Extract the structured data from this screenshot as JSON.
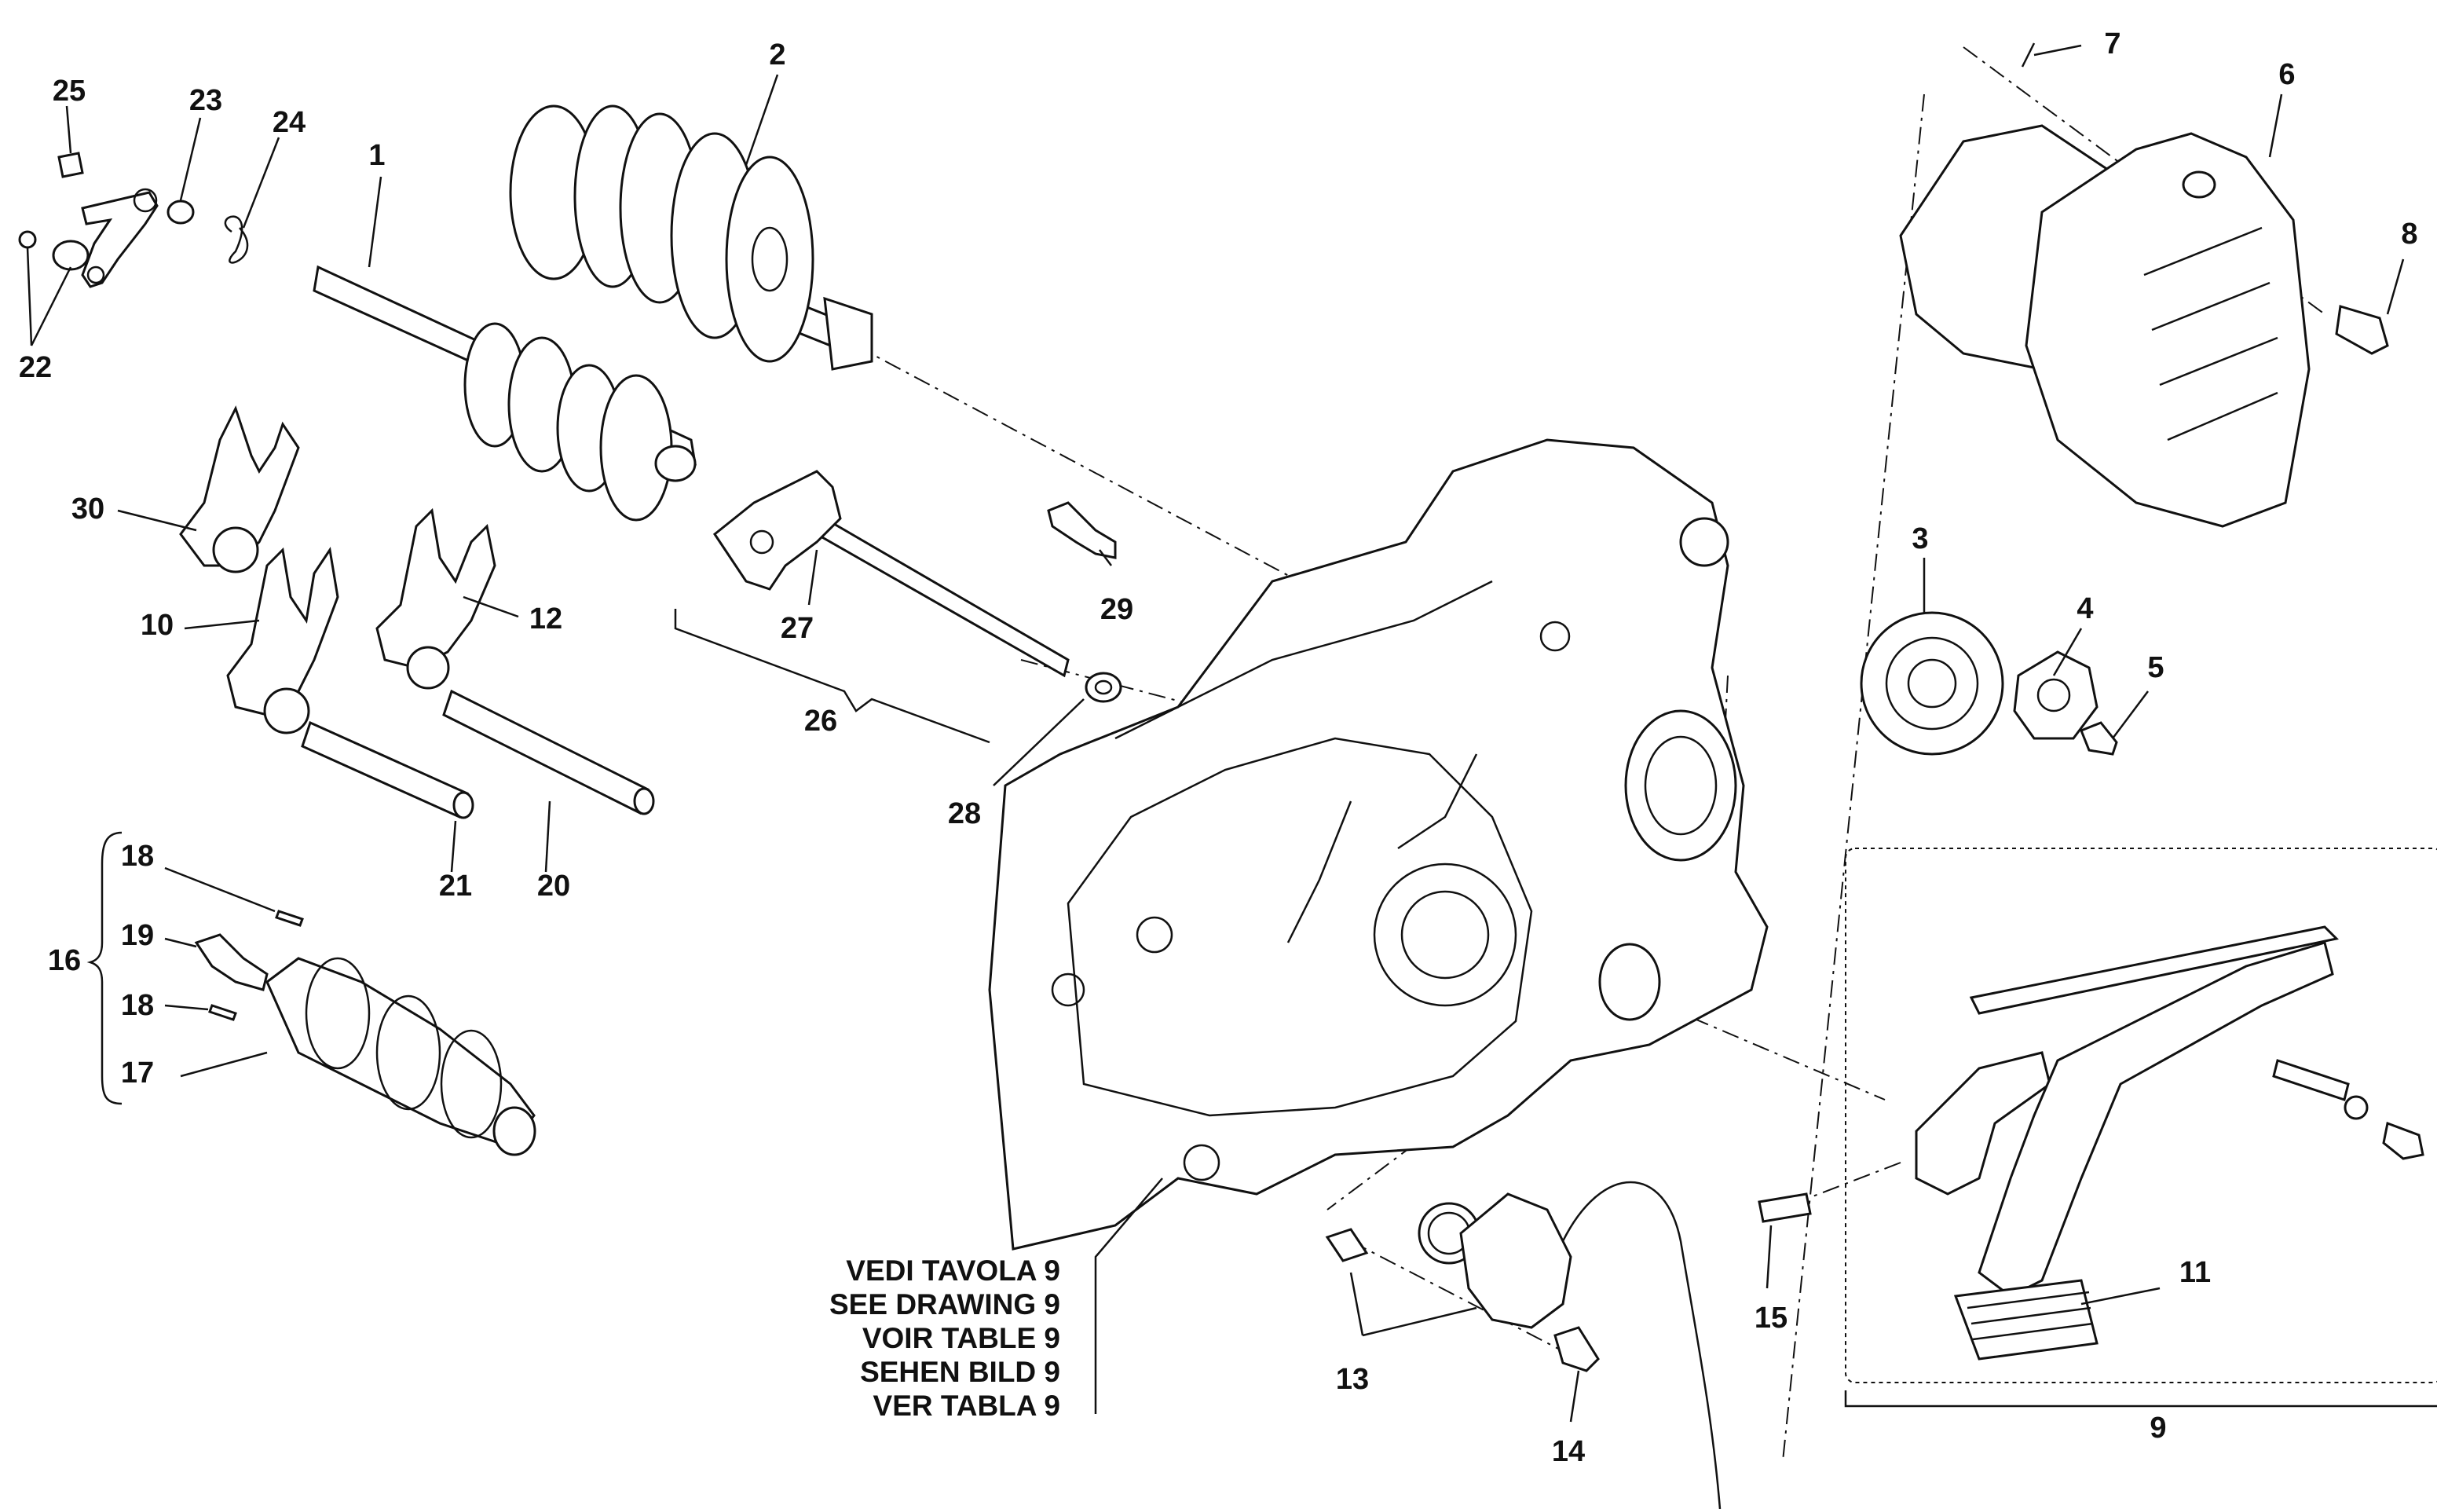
{
  "colors": {
    "ink": "#111111",
    "paper": "#ffffff"
  },
  "callouts": {
    "c1": "1",
    "c2": "2",
    "c3": "3",
    "c4": "4",
    "c5": "5",
    "c6": "6",
    "c7": "7",
    "c8": "8",
    "c9": "9",
    "c10": "10",
    "c11": "11",
    "c12": "12",
    "c13": "13",
    "c14": "14",
    "c15": "15",
    "c16": "16",
    "c17": "17",
    "c18a": "18",
    "c18b": "18",
    "c19": "19",
    "c20": "20",
    "c21": "21",
    "c22": "22",
    "c23": "23",
    "c24": "24",
    "c25": "25",
    "c26": "26",
    "c27": "27",
    "c28": "28",
    "c29": "29",
    "c30": "30"
  },
  "reference_note": {
    "line1": "VEDI TAVOLA 9",
    "line2": "SEE DRAWING 9",
    "line3": "VOIR TABLE 9",
    "line4": "SEHEN BILD 9",
    "line5": "VER TABLA 9"
  }
}
